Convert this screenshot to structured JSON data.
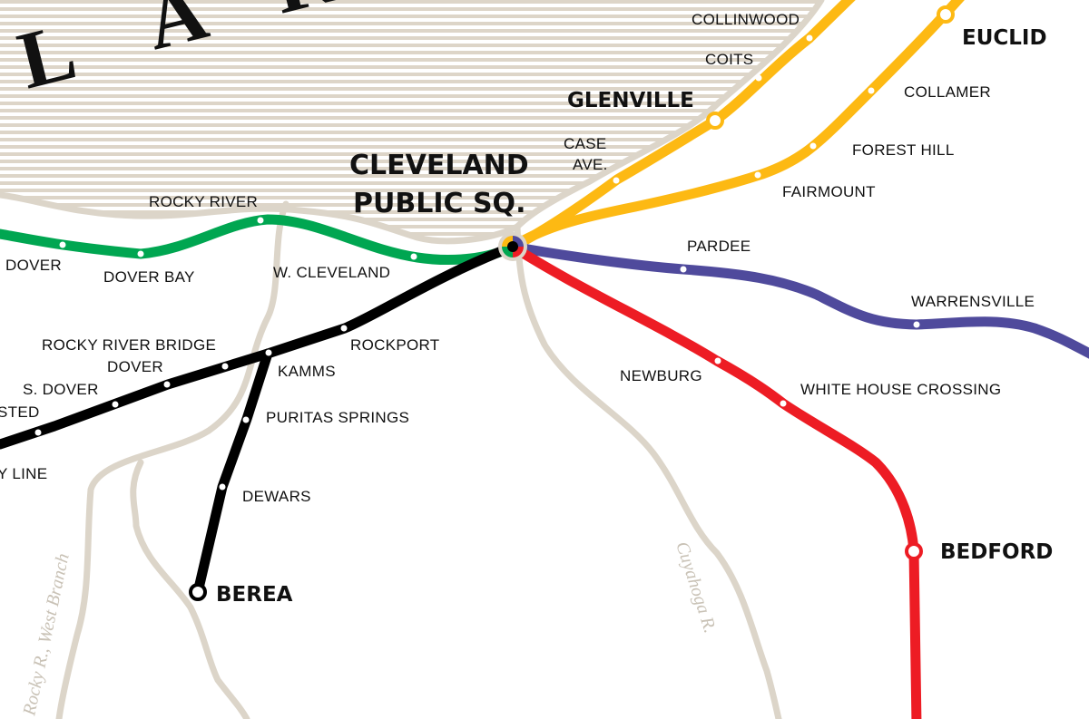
{
  "lake_letters": [
    "L",
    "A",
    "K"
  ],
  "rivers": {
    "rocky_west": "Rocky R., West Branch",
    "cuyahoga": "Cuyahoga R."
  },
  "colors": {
    "green": "#00a651",
    "black": "#000000",
    "yellow": "#fdb913",
    "purple": "#4f4a9c",
    "red": "#ed1c24",
    "river": "#dcd5c9",
    "lake_stripe": "#ddd5c8"
  },
  "hub": {
    "line1": "CLEVELAND",
    "line2": "PUBLIC SQ."
  },
  "terminals": {
    "euclid": "EUCLID",
    "glenville": "GLENVILLE",
    "bedford": "BEDFORD",
    "berea": "BEREA"
  },
  "stations": {
    "collinwood": "COLLINWOOD",
    "coits": "COITS",
    "collamer": "COLLAMER",
    "case1": "CASE",
    "case2": "AVE.",
    "forest_hill": "FOREST HILL",
    "fairmount": "FAIRMOUNT",
    "rocky_river": "ROCKY RIVER",
    "dover": "DOVER",
    "dover_bay": "DOVER BAY",
    "w_cleveland": "W. CLEVELAND",
    "pardee": "PARDEE",
    "warrensville": "WARRENSVILLE",
    "rocky_river_bridge": "ROCKY RIVER BRIDGE",
    "dover2": "DOVER",
    "rockport": "ROCKPORT",
    "kamms": "KAMMS",
    "s_dover": "S. DOVER",
    "sted": "STED",
    "puritas": "PURITAS SPRINGS",
    "y_line": "Y LINE",
    "dewars": "DEWARS",
    "newburg": "NEWBURG",
    "white_house": "WHITE HOUSE CROSSING"
  }
}
